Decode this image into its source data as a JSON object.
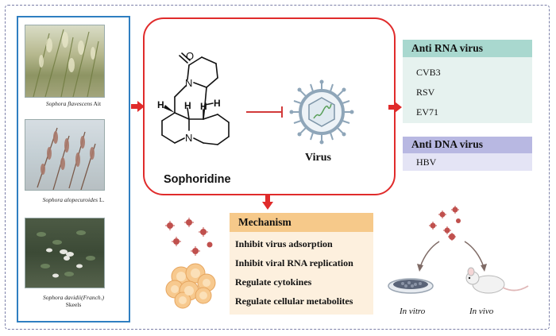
{
  "plants": [
    {
      "name": "Sophora flavescens",
      "suffix": " Ait"
    },
    {
      "name": "Sophora alopecuroides",
      "suffix": " L."
    },
    {
      "name": "Sophora davidii(Franch.)",
      "suffix": "Skeels"
    }
  ],
  "compound": {
    "name": "Sophoridine",
    "atom_o": "O",
    "atom_n": "N",
    "atom_h": "H"
  },
  "virus": {
    "label": "Virus"
  },
  "rna_group": {
    "title": "Anti RNA virus",
    "items": [
      "CVB3",
      "RSV",
      "EV71"
    ]
  },
  "dna_group": {
    "title": "Anti DNA virus",
    "items": [
      "HBV"
    ]
  },
  "mechanism": {
    "title": "Mechanism",
    "items": [
      "Inhibit virus adsorption",
      "Inhibit viral RNA replication",
      "Regulate cytokines",
      "Regulate cellular metabolites"
    ]
  },
  "models": {
    "in_vitro": "In vitro",
    "in_vivo": "In vivo"
  },
  "colors": {
    "frame": "#7b7fa8",
    "plant_border": "#2f7fc1",
    "arrow": "#e02b2b",
    "rna_header": "#a9d8cf",
    "rna_body": "#e6f2ef",
    "dna_header": "#b8b8e2",
    "dna_body": "#e4e4f5",
    "mech_header": "#f6c98a",
    "mech_body": "#fdf0de"
  }
}
